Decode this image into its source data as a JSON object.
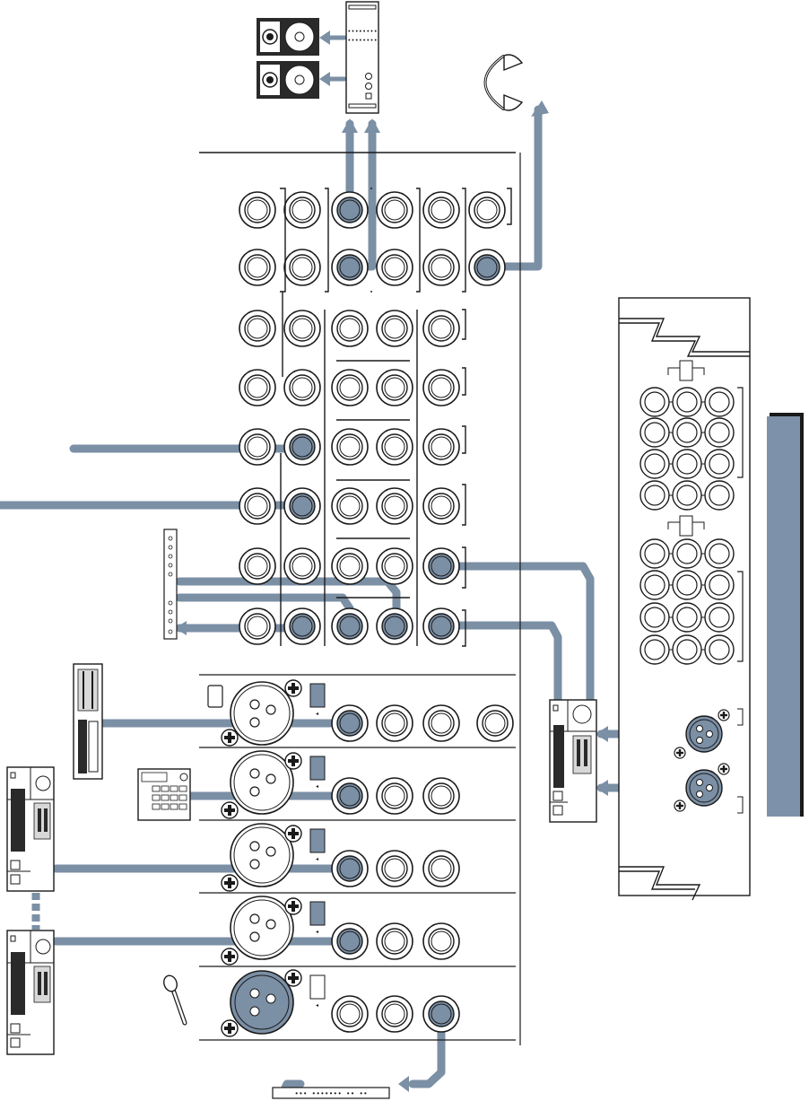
{
  "diagram": {
    "type": "mixer-rear-panel-hookup",
    "colors": {
      "cable": "#7b8fa5",
      "cable_outline": "#5a6b7e",
      "line": "#1a1a1a",
      "panel": "#ffffff",
      "device_dark": "#2a2a2a",
      "device_light": "#d8d8d8",
      "highlight_bar": "#7d92aa"
    },
    "components": [
      {
        "name": "studio-monitor-speakers",
        "icon": "speaker-icon",
        "count": 2
      },
      {
        "name": "power-amplifier",
        "icon": "amplifier-icon"
      },
      {
        "name": "headphones",
        "icon": "headphones-icon"
      },
      {
        "name": "mixer-jack-panel",
        "icon": "jack-panel"
      },
      {
        "name": "patchbay",
        "icon": "patchbay-icon"
      },
      {
        "name": "rack-effects-processor",
        "icon": "rack-unit-icon"
      },
      {
        "name": "drum-machine",
        "icon": "drum-machine-icon"
      },
      {
        "name": "keyboard-synth-module",
        "icon": "synth-module-icon",
        "count": 2
      },
      {
        "name": "microphone",
        "icon": "microphone-icon"
      },
      {
        "name": "multitrack-recorder",
        "icon": "recorder-icon"
      },
      {
        "name": "expander-panel",
        "icon": "expander-panel-icon"
      },
      {
        "name": "effects-processor-right",
        "icon": "effects-unit-icon"
      }
    ],
    "connections": [
      "main-outs-to-power-amp",
      "phones-out-to-headphones",
      "aux-return-inputs",
      "patchbay-insert-loop",
      "effects-send-return-loop",
      "rack-unit-to-line-in",
      "drum-machine-to-line-in",
      "synth-modules-to-line-in",
      "microphone-to-xlr",
      "direct-out-to-recorder"
    ]
  }
}
